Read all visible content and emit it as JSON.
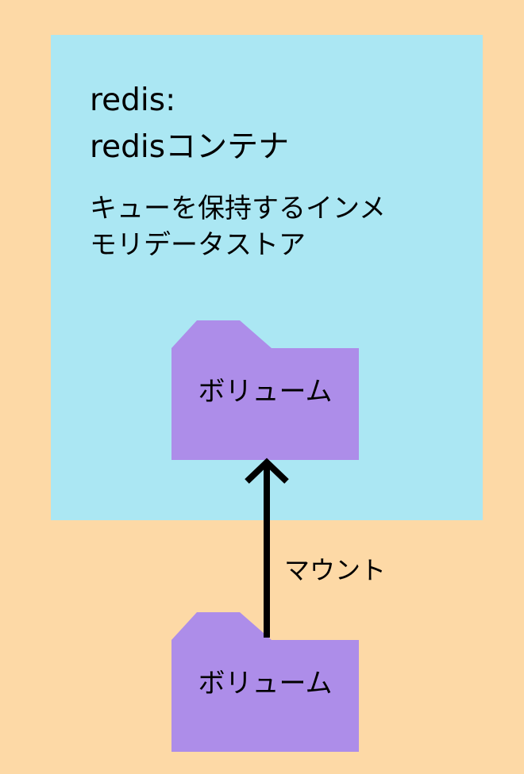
{
  "colors": {
    "background": "#FDD9A6",
    "container": "#ABE7F3",
    "volume": "#AD8DE9",
    "arrow": "#000000",
    "text": "#000000"
  },
  "container": {
    "title_line1": "redis:",
    "title_line2": "redisコンテナ",
    "description_line1": "キューを保持するインメ",
    "description_line2": "モリデータストア",
    "volume_label": "ボリューム"
  },
  "mount": {
    "label": "マウント"
  },
  "host_volume": {
    "label": "ボリューム",
    "icon": "folder-icon"
  }
}
